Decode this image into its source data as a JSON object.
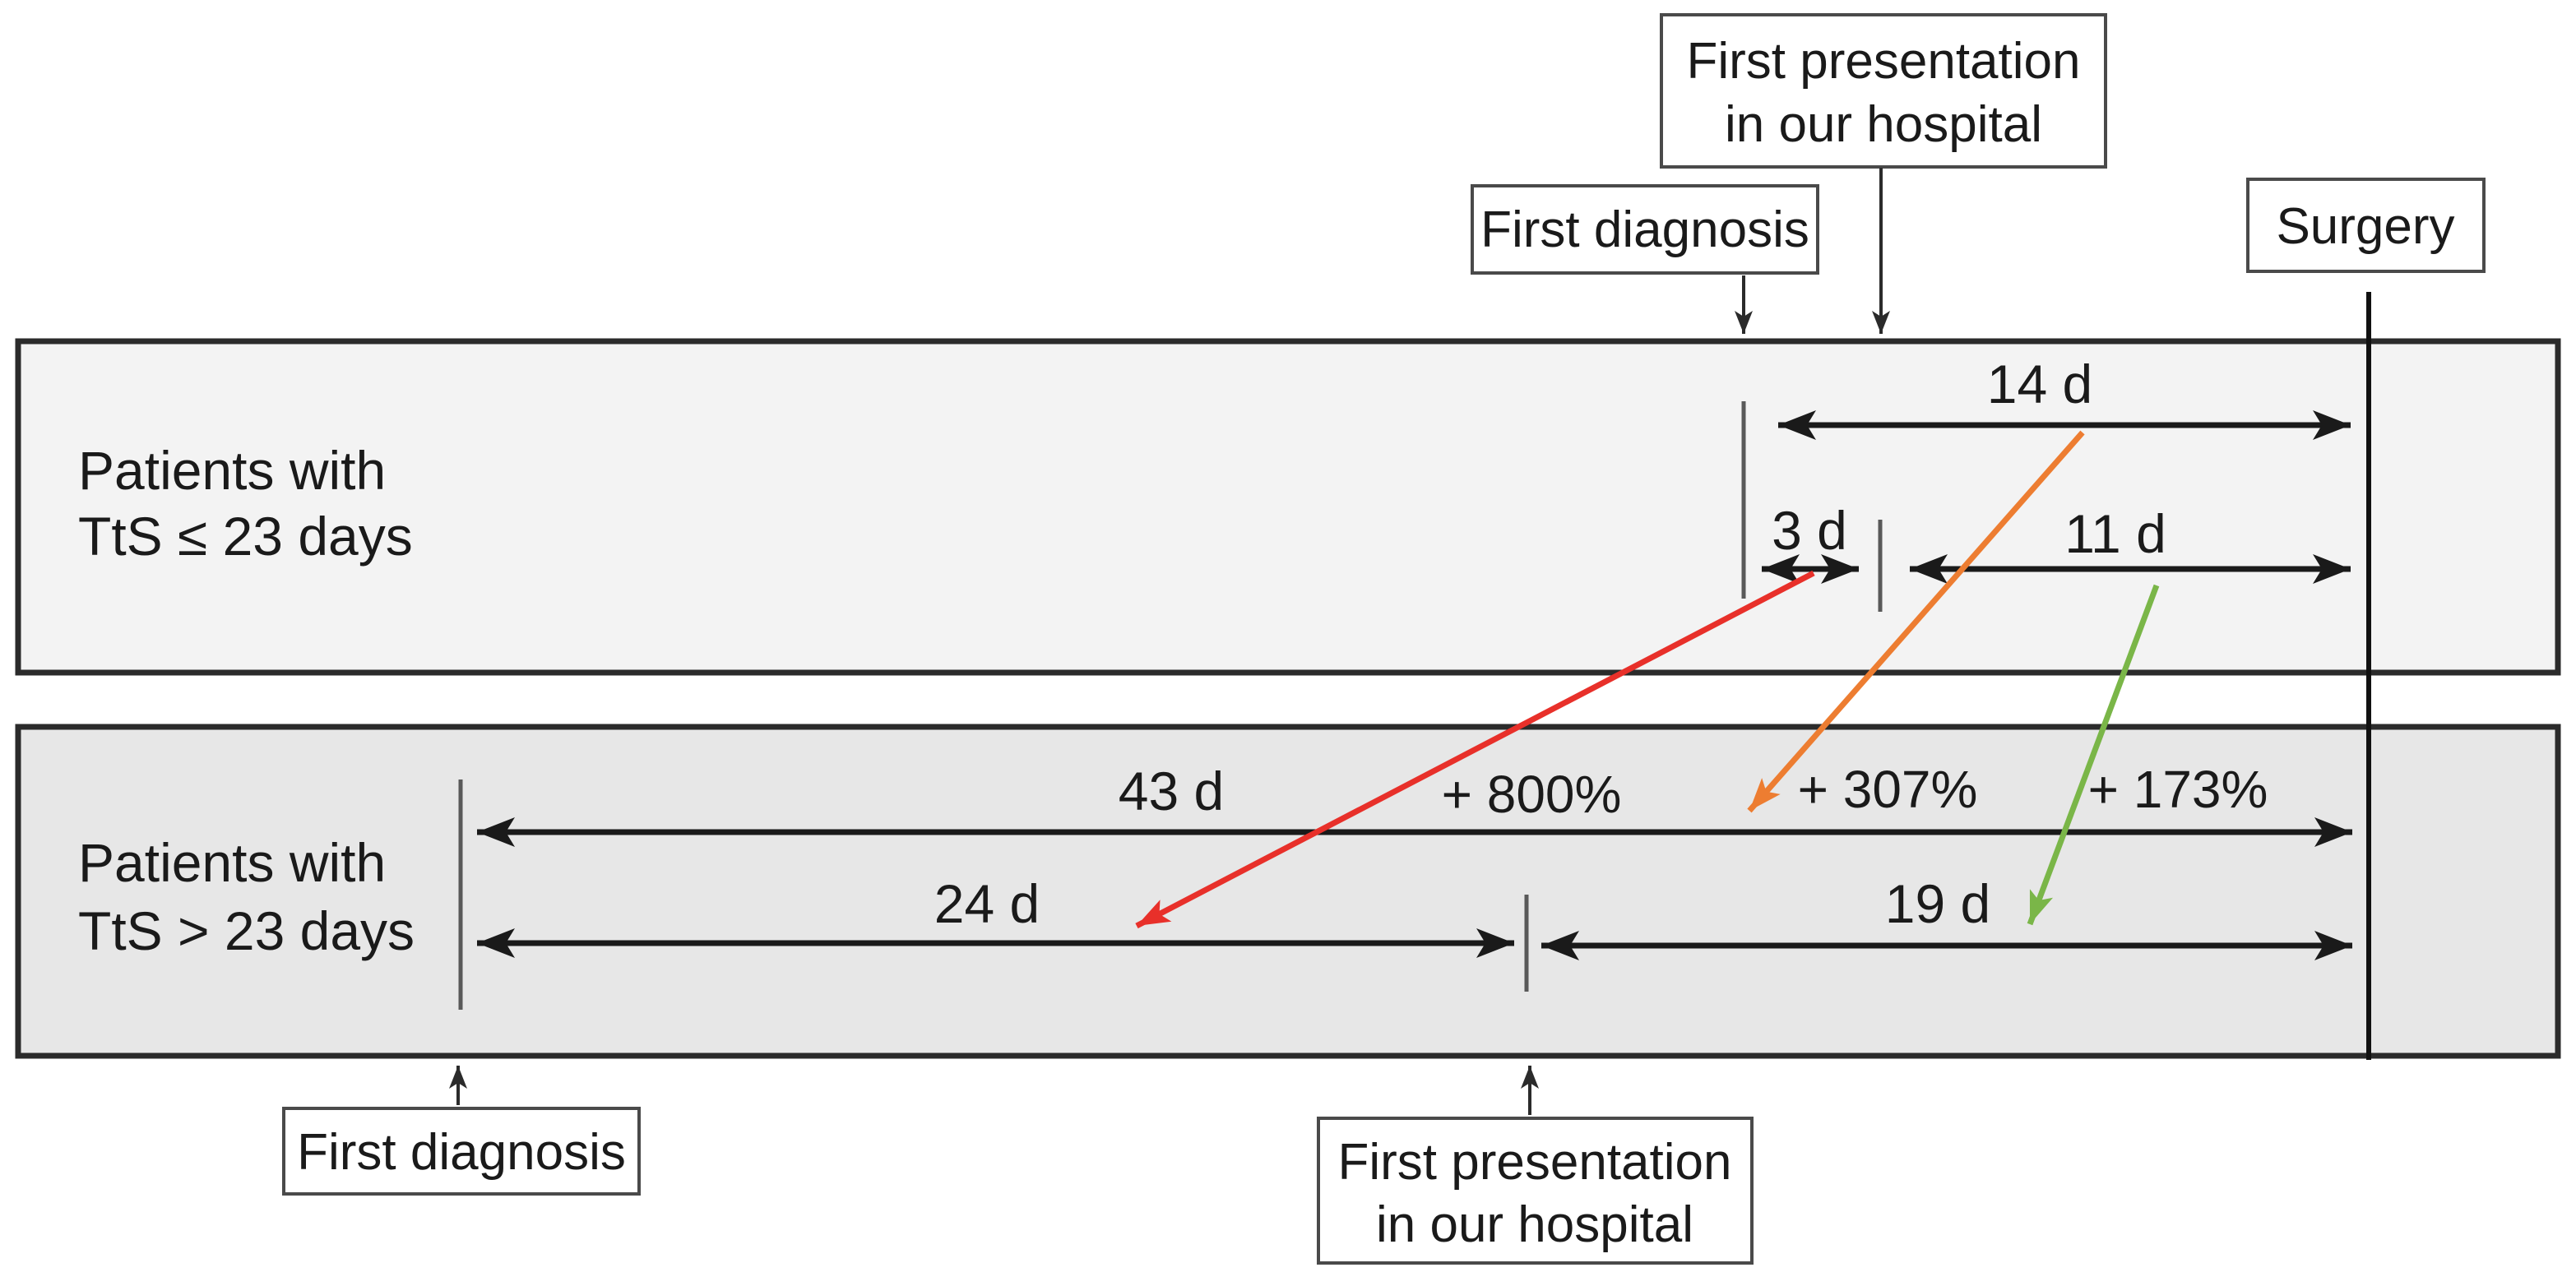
{
  "palette": {
    "band1_fill": "#f3f3f3",
    "band2_fill": "#e7e7e7",
    "band_border": "#2b2b2b",
    "arrow_black": "#1a1a1a"
  },
  "boxes": {
    "first_presentation_top": {
      "line1": "First presentation",
      "line2": "in our hospital"
    },
    "first_diagnosis_top": {
      "label": "First diagnosis"
    },
    "surgery": {
      "label": "Surgery"
    },
    "first_diagnosis_bottom": {
      "label": "First diagnosis"
    },
    "first_presentation_bottom": {
      "line1": "First presentation",
      "line2": "in our hospital"
    }
  },
  "rows": [
    {
      "label_line1": "Patients with",
      "label_line2": "TtS ≤ 23 days",
      "intervals": [
        {
          "label": "14 d"
        },
        {
          "label": "3 d"
        },
        {
          "label": "11 d"
        }
      ]
    },
    {
      "label_line1": "Patients with",
      "label_line2": "TtS > 23 days",
      "intervals": [
        {
          "label": "43 d"
        },
        {
          "label": "24 d"
        },
        {
          "label": "19 d"
        }
      ]
    }
  ],
  "deltas": [
    {
      "label": "+ 800%",
      "color": "#e8302a"
    },
    {
      "label": "+ 307%",
      "color": "#ed7d31"
    },
    {
      "label": "+ 173%",
      "color": "#7ab648"
    }
  ]
}
